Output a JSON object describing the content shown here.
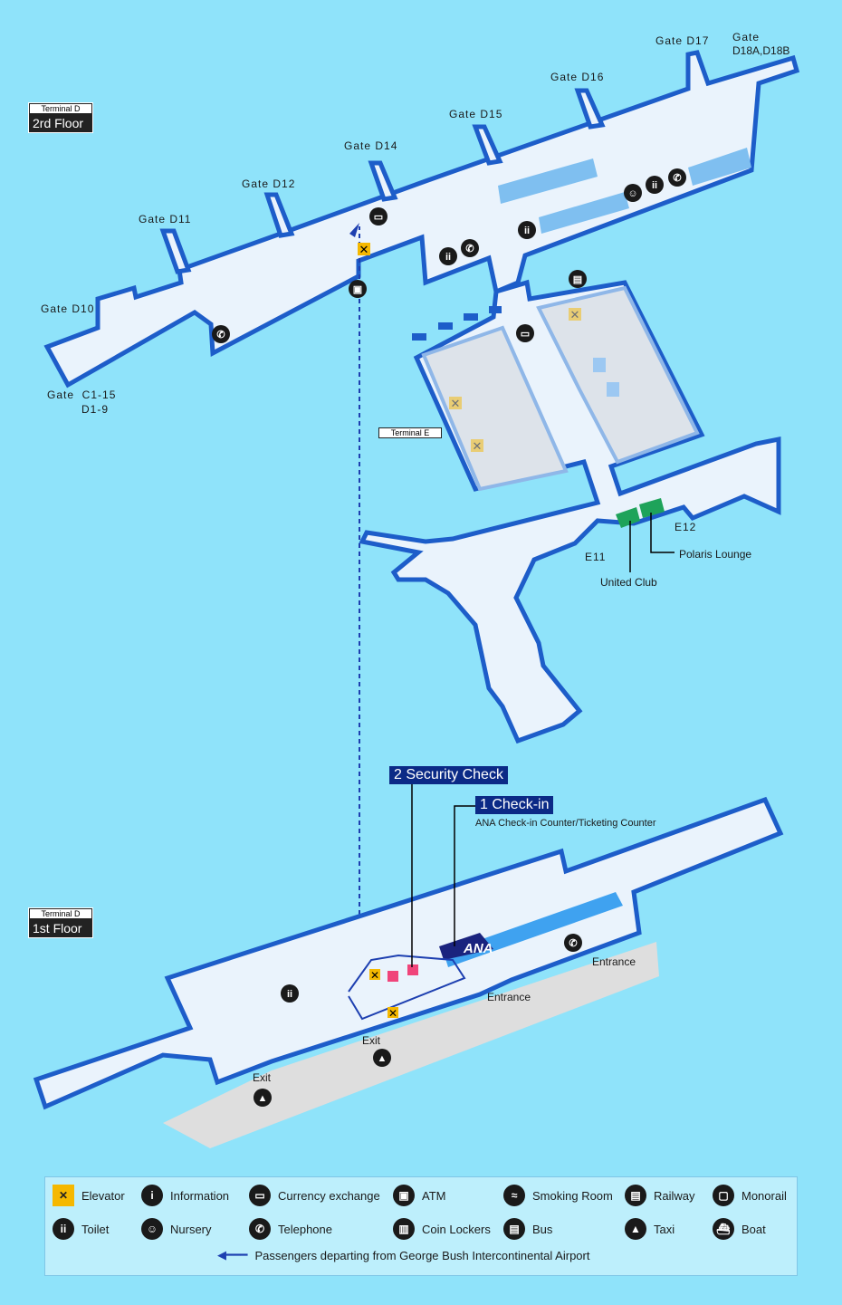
{
  "terminal_d_2f": {
    "terminal": "Terminal D",
    "floor": "2rd Floor"
  },
  "terminal_d_1f": {
    "terminal": "Terminal D",
    "floor": "1st Floor"
  },
  "terminal_e": "Terminal E",
  "gates": {
    "d10": "Gate D10",
    "d11": "Gate D11",
    "d12": "Gate D12",
    "d14": "Gate D14",
    "d15": "Gate D15",
    "d16": "Gate D16",
    "d17": "Gate D17",
    "d18_a": "Gate",
    "d18_b": "D18A,D18B",
    "c_a": "Gate  C1-15",
    "c_b": "D1-9",
    "e11": "E11",
    "e12": "E12"
  },
  "lounges": {
    "united": "United Club",
    "polaris": "Polaris Lounge"
  },
  "steps": {
    "security": "2 Security Check",
    "checkin": "1 Check-in",
    "checkin_sub": "ANA Check-in Counter/Ticketing Counter"
  },
  "ana_logo": "ANA",
  "labels": {
    "entrance1": "Entrance",
    "entrance2": "Entrance",
    "exit1": "Exit",
    "exit2": "Exit"
  },
  "legend": {
    "items": [
      "Elevator",
      "Information",
      "Currency exchange",
      "ATM",
      "Smoking Room",
      "Railway",
      "Monorail",
      "Toilet",
      "Nursery",
      "Telephone",
      "Coin Lockers",
      "Bus",
      "Taxi",
      "Boat"
    ],
    "note": "Passengers departing from George Bush Intercontinental Airport"
  },
  "colors": {
    "floor": "#eaf3fc",
    "wall": "#1d5dc9",
    "background": "#8fe3fa",
    "step": "#0b2a86",
    "lounge": "#1ea35a"
  }
}
